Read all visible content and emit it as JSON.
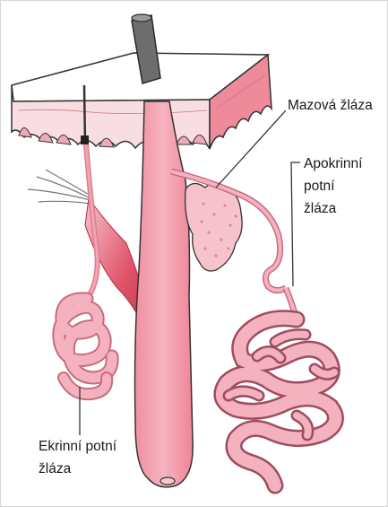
{
  "labels": {
    "sebaceous": "Mazová žláza",
    "apocrine_line1": "Apokrinní",
    "apocrine_line2": "potní",
    "apocrine_line3": "žláza",
    "eccrine_line1": "Ekrinní potní",
    "eccrine_line2": "žláza"
  },
  "colors": {
    "skin": "#f8dde3",
    "skin_side": "#ee8a99",
    "gland": "#f2a5b4",
    "gland_dark": "#e07c8f",
    "muscle": "#d9435a",
    "hair_shaft": "#6d6d6d",
    "outline": "#333333"
  }
}
